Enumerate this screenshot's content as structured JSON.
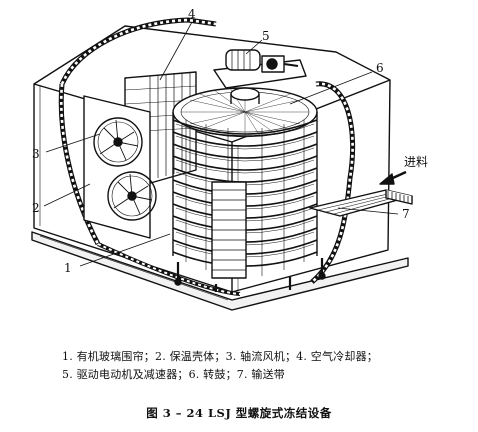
{
  "figure": {
    "callouts": [
      "1",
      "2",
      "3",
      "4",
      "5",
      "6",
      "7"
    ],
    "inlet_label": "进料"
  },
  "legend": {
    "line1": "1. 有机玻璃围帘；2. 保温壳体；3. 轴流风机；4. 空气冷却器；",
    "line2": "5. 驱动电动机及减速器；6. 转鼓；7. 输送带"
  },
  "caption": "图 3 – 24  LSJ 型螺旋式冻结设备"
}
